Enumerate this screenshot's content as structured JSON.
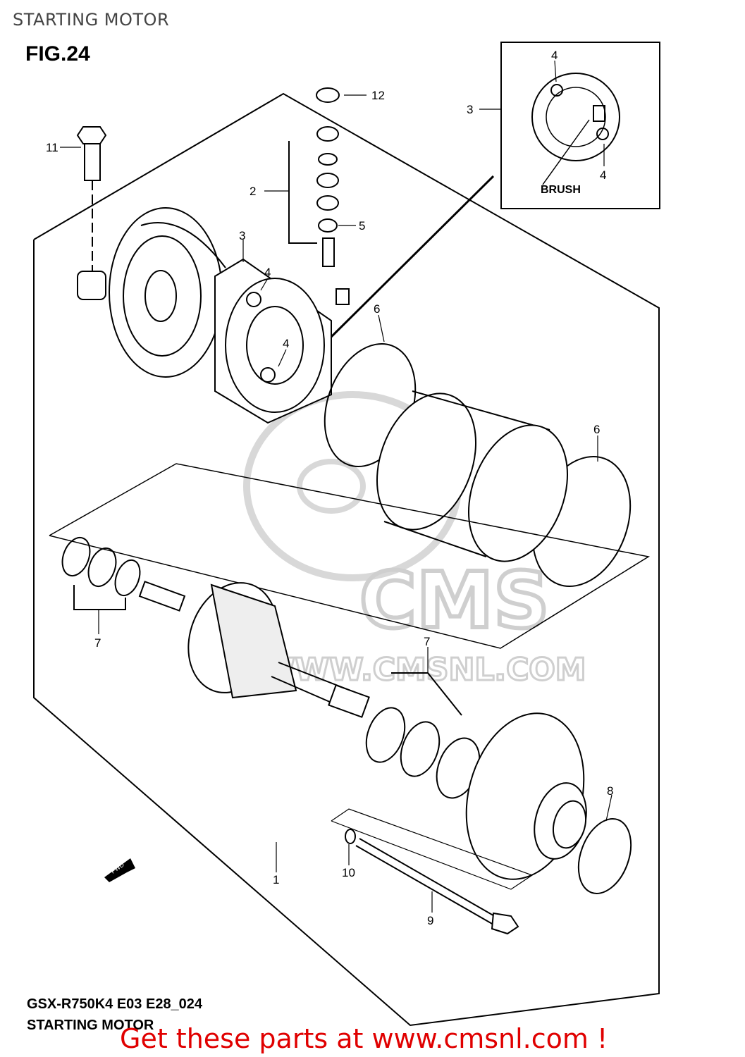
{
  "header": {
    "title": "STARTING MOTOR",
    "figure": "FIG.24"
  },
  "inset": {
    "callout": "3",
    "brush_label": "BRUSH",
    "callouts": [
      "4",
      "4"
    ]
  },
  "callouts": [
    "1",
    "2",
    "3",
    "4",
    "4",
    "5",
    "6",
    "6",
    "7",
    "7",
    "8",
    "9",
    "10",
    "11",
    "12"
  ],
  "watermark": {
    "logo": "CMS",
    "url": "WWW.CMSNL.COM"
  },
  "direction_marker": "FWD",
  "footer": {
    "model_code": "GSX-R750K4 E03 E28_024",
    "title": "STARTING MOTOR",
    "promo": "Get these parts at www.cmsnl.com !",
    "promo_color": "#e00000"
  }
}
